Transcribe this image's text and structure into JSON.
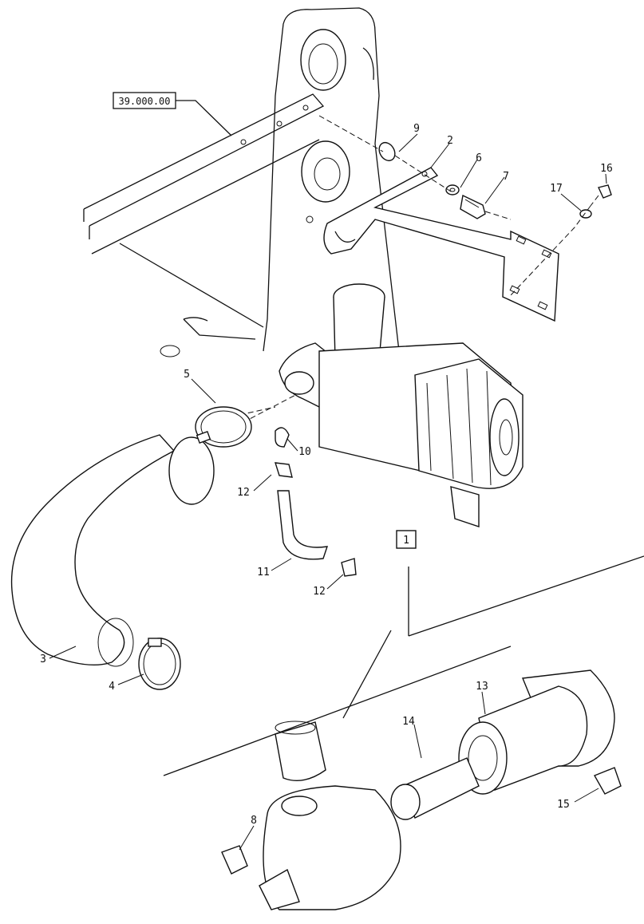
{
  "reference": {
    "text": "39.000.00"
  },
  "callouts": {
    "c1": "1",
    "c2": "2",
    "c3": "3",
    "c4": "4",
    "c5": "5",
    "c6": "6",
    "c7": "7",
    "c8": "8",
    "c9": "9",
    "c10": "10",
    "c11": "11",
    "c12a": "12",
    "c12b": "12",
    "c13": "13",
    "c14": "14",
    "c15": "15",
    "c16": "16",
    "c17": "17"
  }
}
